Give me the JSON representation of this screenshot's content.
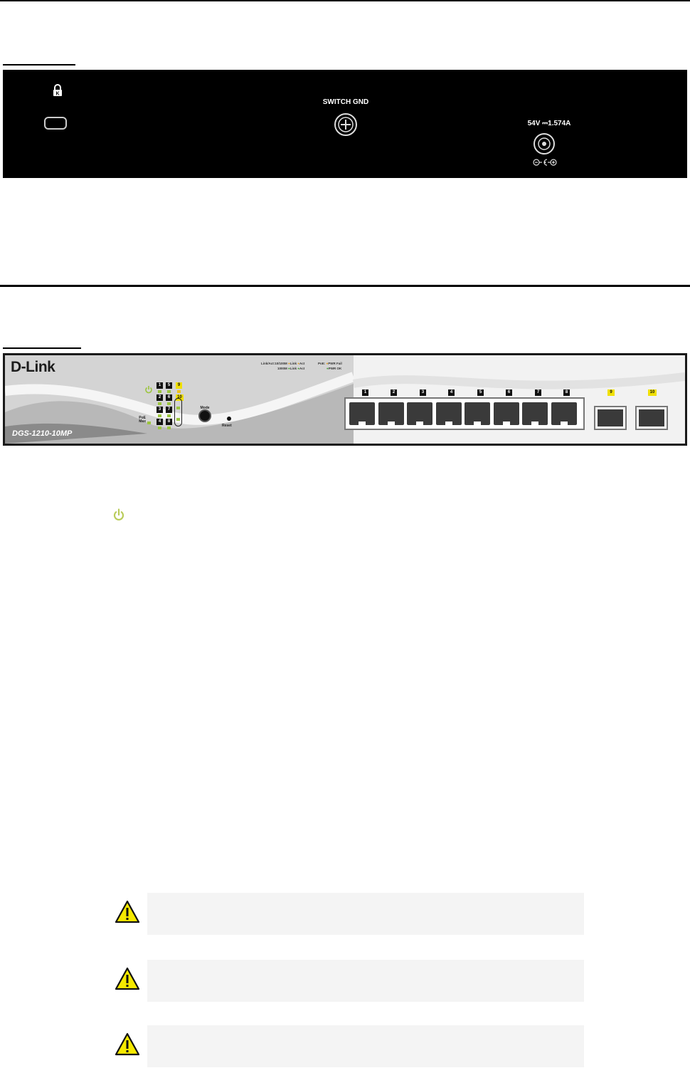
{
  "rear_panel": {
    "ground_label": "SWITCH GND",
    "power_rating": "54V ⎓1.574A",
    "icons": [
      "kensington-lock-icon",
      "ground-screw-icon",
      "dc-jack-icon",
      "polarity-icon"
    ]
  },
  "front_panel": {
    "brand": "D-Link",
    "model": "DGS-1210-10MP",
    "legend": {
      "line1_prefix": "Link/Act:10/100M",
      "line1_link": "Link",
      "line1_act": "Act",
      "line2_prefix": "1000M",
      "line2_link": "Link",
      "line2_act": "Act",
      "poe_prefix": "PoE:",
      "pwr_fail": "PWR Fail",
      "pwr_ok": "PWR OK"
    },
    "led_block_ports": [
      "1",
      "5",
      "2",
      "6",
      "3",
      "7",
      "4",
      "8"
    ],
    "led_block_sfp": [
      "9",
      "10"
    ],
    "poe_max_label": "PoE Max",
    "mode_label": "Mode",
    "reset_label": "Reset",
    "rj45_ports": [
      "1",
      "2",
      "3",
      "4",
      "5",
      "6",
      "7",
      "8"
    ],
    "sfp_ports": [
      "9",
      "10"
    ],
    "colors": {
      "led_green": "#9bc53d",
      "led_yellow": "#f0c419",
      "sfp_label": "#f0e000"
    }
  },
  "body": {
    "icons": [
      "power-icon",
      "warning-icon",
      "warning-icon",
      "warning-icon"
    ],
    "colors": {
      "power_icon": "#b9cc5a",
      "warning_fill": "#f5e900"
    }
  }
}
